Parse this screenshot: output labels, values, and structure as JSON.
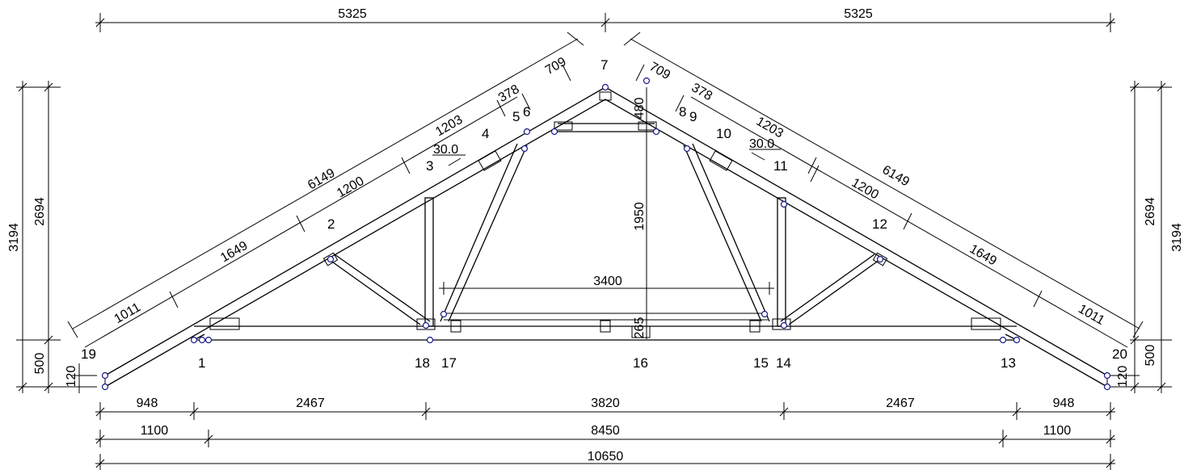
{
  "drawing": {
    "dims_top": [
      "5325",
      "5325"
    ],
    "dims_left_outer": "3194",
    "dims_left_inner": "2694",
    "dims_left_500": "500",
    "dims_left_120": "120",
    "dims_right_outer": "3194",
    "dims_right_inner": "2694",
    "dims_right_500": "500",
    "dims_right_120": "120",
    "left_rafter_outer": [
      "1011",
      "1649",
      "6149",
      "1203",
      "709"
    ],
    "left_rafter_inner": [
      "1200",
      "378"
    ],
    "right_rafter_outer": [
      "709",
      "1203",
      "6149",
      "1649",
      "1011"
    ],
    "right_rafter_inner": [
      "378",
      "1200"
    ],
    "angles": [
      "30.0",
      "30.0"
    ],
    "interior": {
      "height": "1950",
      "top_small": "480",
      "collar_span": "3400",
      "bottom_small": "265"
    },
    "bottom_row1": [
      "948",
      "2467",
      "3820",
      "2467",
      "948"
    ],
    "bottom_row2": [
      "1100",
      "8450",
      "1100"
    ],
    "bottom_total": "10650",
    "nodes": [
      "1",
      "2",
      "3",
      "4",
      "5",
      "6",
      "7",
      "8",
      "9",
      "10",
      "11",
      "12",
      "13",
      "14",
      "15",
      "16",
      "17",
      "18",
      "19",
      "20"
    ]
  }
}
